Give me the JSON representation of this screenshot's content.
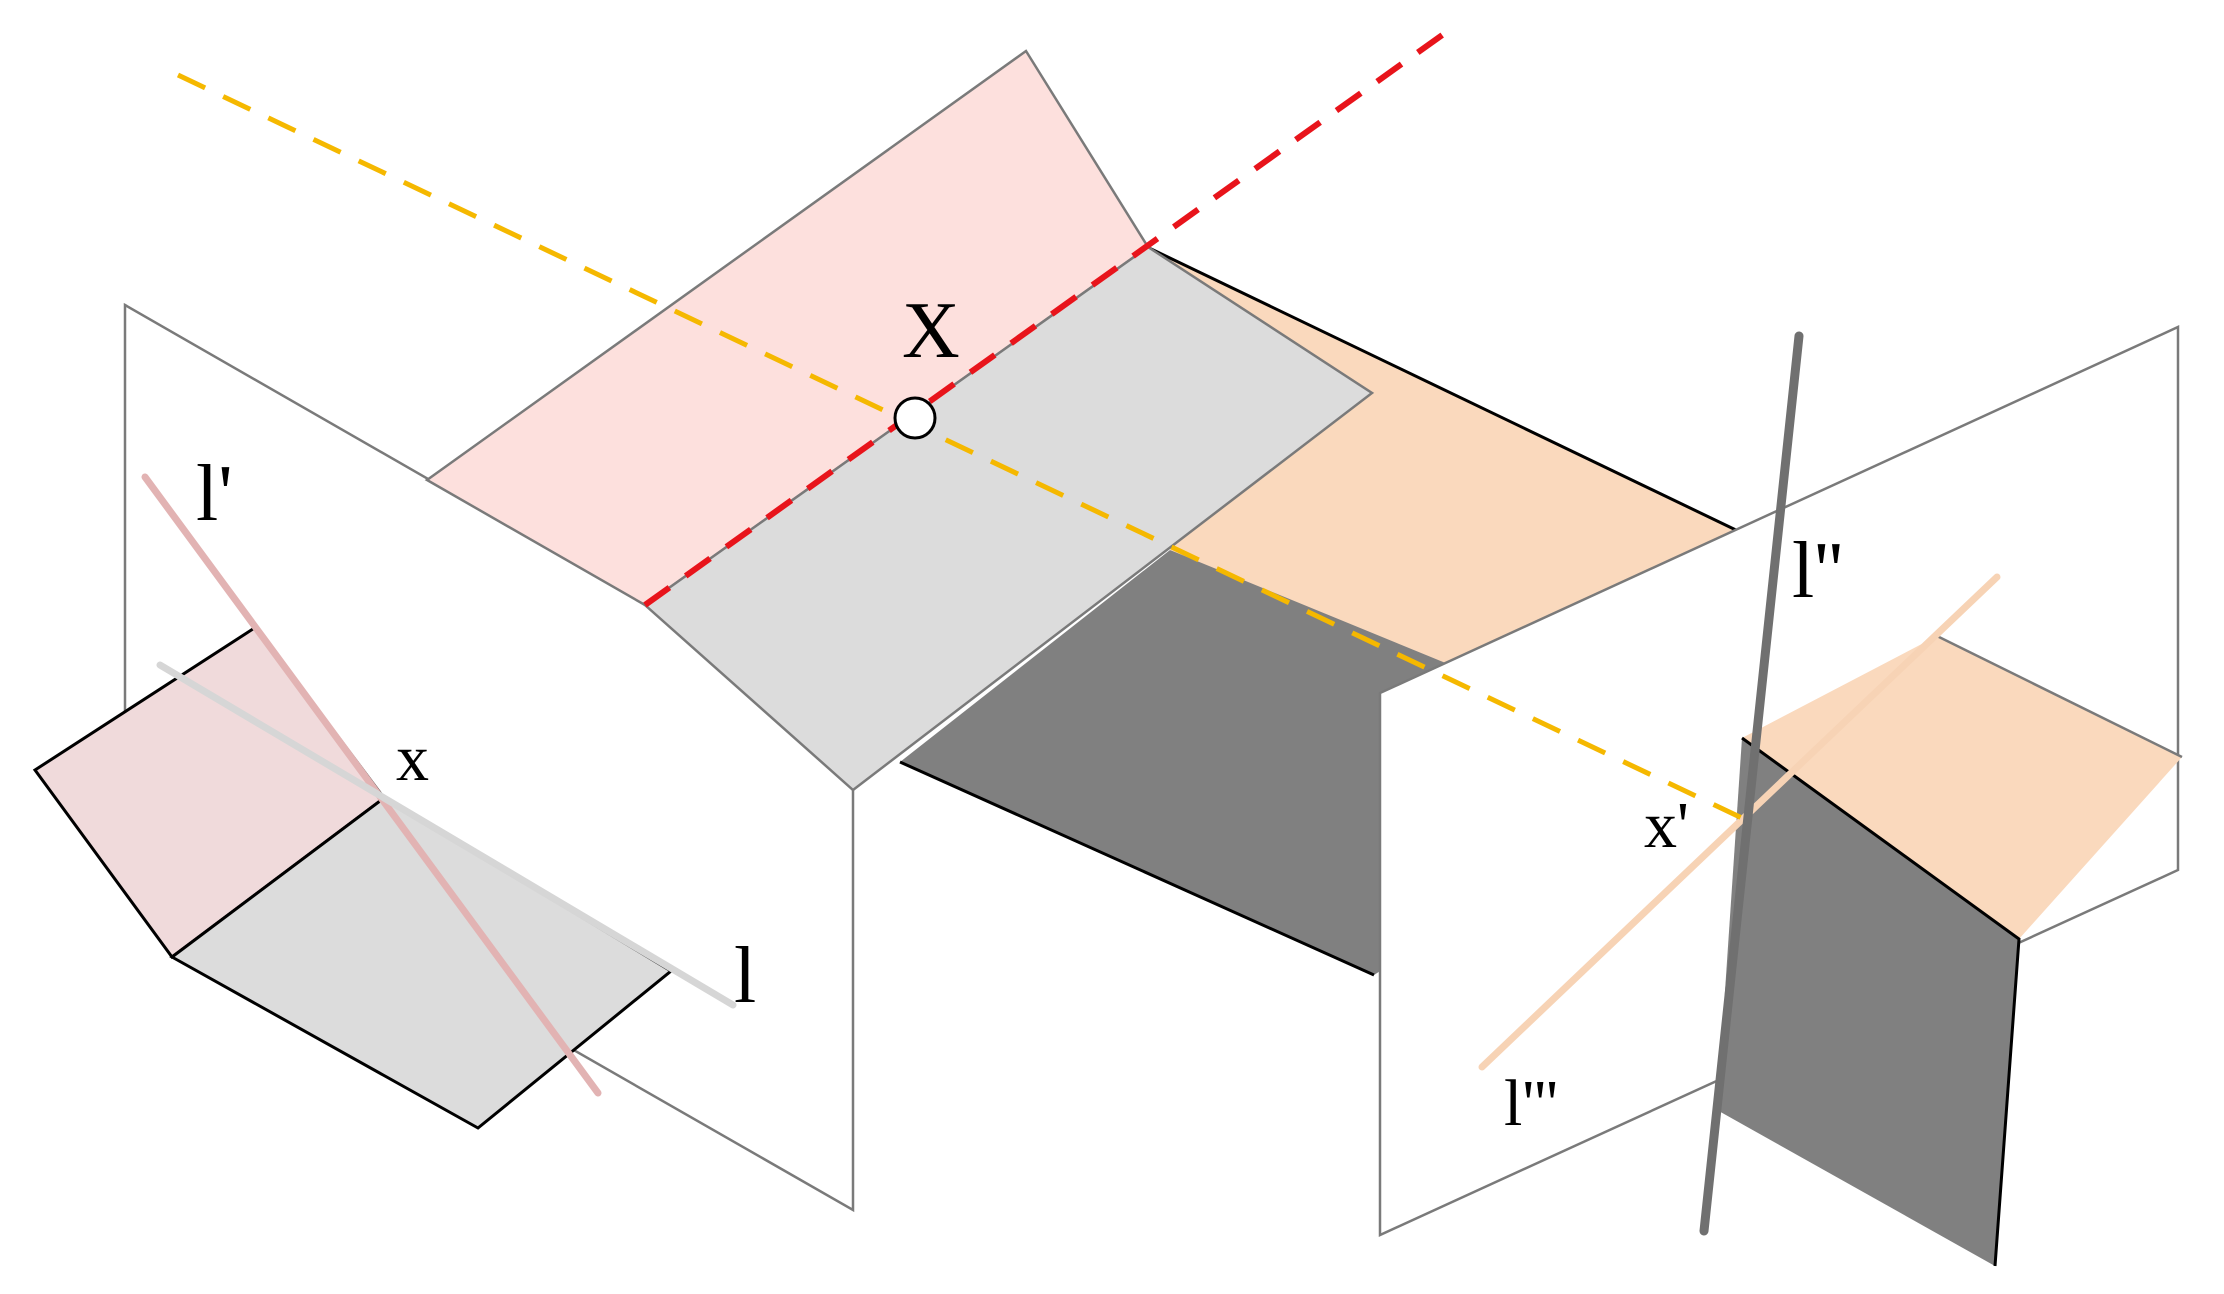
{
  "labels": {
    "X": "X",
    "x": "x",
    "x_prime": "x'",
    "l": "l",
    "l_prime": "l'",
    "l_double_prime": "l''",
    "l_triple_prime": "l'''"
  },
  "colors": {
    "pink_plane": "#fde0dd",
    "light_gray_plane": "#dcdcdc",
    "peach_plane": "#fad9bd",
    "dark_gray_plane": "#808080",
    "small_pink_plane": "#f0dadb",
    "image_plane": "#ffffff",
    "red_dashed_line": "#e8141b",
    "yellow_dashed_line": "#f5b800",
    "line_l_prime": "#e2b3b3",
    "line_l": "#d6d6d6",
    "line_l_double_prime": "#707070",
    "line_l_triple_prime": "#f7d3b5"
  }
}
